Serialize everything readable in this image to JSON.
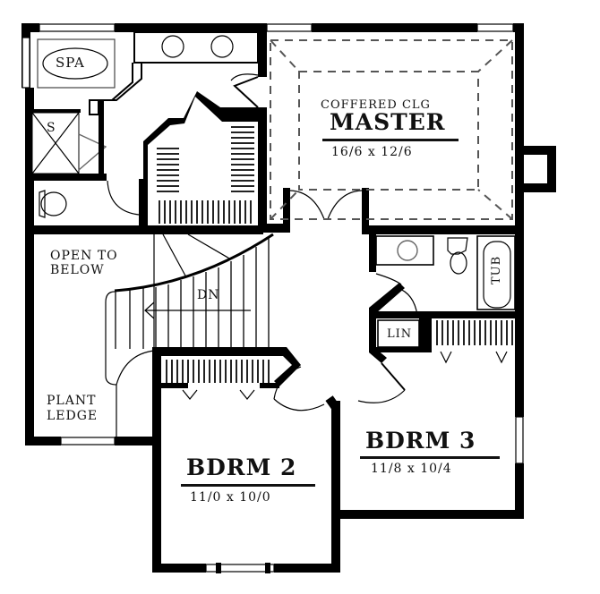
{
  "plan": {
    "type": "second-floor-plan",
    "rooms": [
      {
        "id": "master",
        "name": "MASTER",
        "dimensions": "16/6 x 12/6",
        "note": "COFFERED CLG"
      },
      {
        "id": "bdrm2",
        "name": "BDRM 2",
        "dimensions": "11/0 x 10/0"
      },
      {
        "id": "bdrm3",
        "name": "BDRM 3",
        "dimensions": "11/8 x 10/4"
      }
    ],
    "labels": {
      "spa": "SPA",
      "shower": "S",
      "tub": "TUB",
      "linen": "LIN",
      "stairs": "DN",
      "open_to_below_1": "OPEN TO",
      "open_to_below_2": "BELOW",
      "plant_ledge_1": "PLANT",
      "plant_ledge_2": "LEDGE"
    },
    "colors": {
      "wall": "#000000",
      "background": "#ffffff",
      "dashed_ceiling": "#555555"
    }
  }
}
